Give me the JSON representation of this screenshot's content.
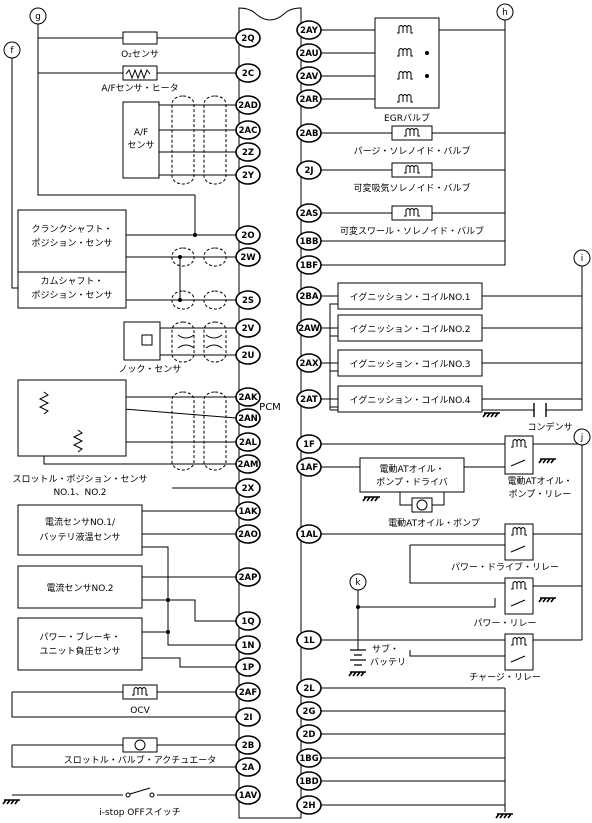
{
  "pcm_label": "PCM",
  "refs": {
    "g": "g",
    "f": "f",
    "h": "h",
    "i": "i",
    "j": "j",
    "k": "k"
  },
  "left_pins": [
    "2Q",
    "2C",
    "2AD",
    "2AC",
    "2Z",
    "2Y",
    "2O",
    "2W",
    "2S",
    "2V",
    "2U",
    "2AK",
    "2AN",
    "2AL",
    "2AM",
    "2X",
    "1AK",
    "2AO",
    "2AP",
    "1Q",
    "1N",
    "1P",
    "2AF",
    "2I",
    "2B",
    "2A",
    "1AV"
  ],
  "right_pins": [
    "2AY",
    "2AU",
    "2AV",
    "2AR",
    "2AB",
    "2J",
    "2AS",
    "1BB",
    "1BF",
    "2BA",
    "2AW",
    "2AX",
    "2AT",
    "1F",
    "1AF",
    "1AL",
    "1L",
    "2L",
    "2G",
    "2D",
    "1BG",
    "1BD",
    "2H"
  ],
  "labels": {
    "o2_sensor": "O₂センサ",
    "af_heater": "A/Fセンサ・ヒータ",
    "af_sensor_1": "A/F",
    "af_sensor_2": "センサ",
    "crank_1": "クランクシャフト・",
    "crank_2": "ポジション・センサ",
    "cam_1": "カムシャフト・",
    "cam_2": "ポジション・センサ",
    "knock": "ノック・センサ",
    "tps_1": "スロットル・ポジション・センサ",
    "tps_2": "NO.1、NO.2",
    "current1_1": "電流センサNO.1/",
    "current1_2": "バッテリ液温センサ",
    "current2": "電流センサNO.2",
    "brake_1": "パワー・ブレーキ・",
    "brake_2": "ユニット負圧センサ",
    "ocv": "OCV",
    "throttle_act": "スロットル・バルブ・アクチュエータ",
    "istop": "i-stop OFFスイッチ",
    "egr": "EGRバルブ",
    "purge": "パージ・ソレノイド・バルブ",
    "vis": "可変吸気ソレノイド・バルブ",
    "swirl": "可変スワール・ソレノイド・バルブ",
    "coil1": "イグニッション・コイルNO.1",
    "coil2": "イグニッション・コイルNO.2",
    "coil3": "イグニッション・コイルNO.3",
    "coil4": "イグニッション・コイルNO.4",
    "condenser": "コンデンサ",
    "at_driver_1": "電動ATオイル・",
    "at_driver_2": "ポンプ・ドライバ",
    "at_relay_1": "電動ATオイル・",
    "at_relay_2": "ポンプ・リレー",
    "at_pump": "電動ATオイル・ポンプ",
    "pd_relay": "パワー・ドライブ・リレー",
    "p_relay": "パワー・リレー",
    "sub_batt_1": "サブ・",
    "sub_batt_2": "バッテリ",
    "charge_relay": "チャージ・リレー"
  }
}
